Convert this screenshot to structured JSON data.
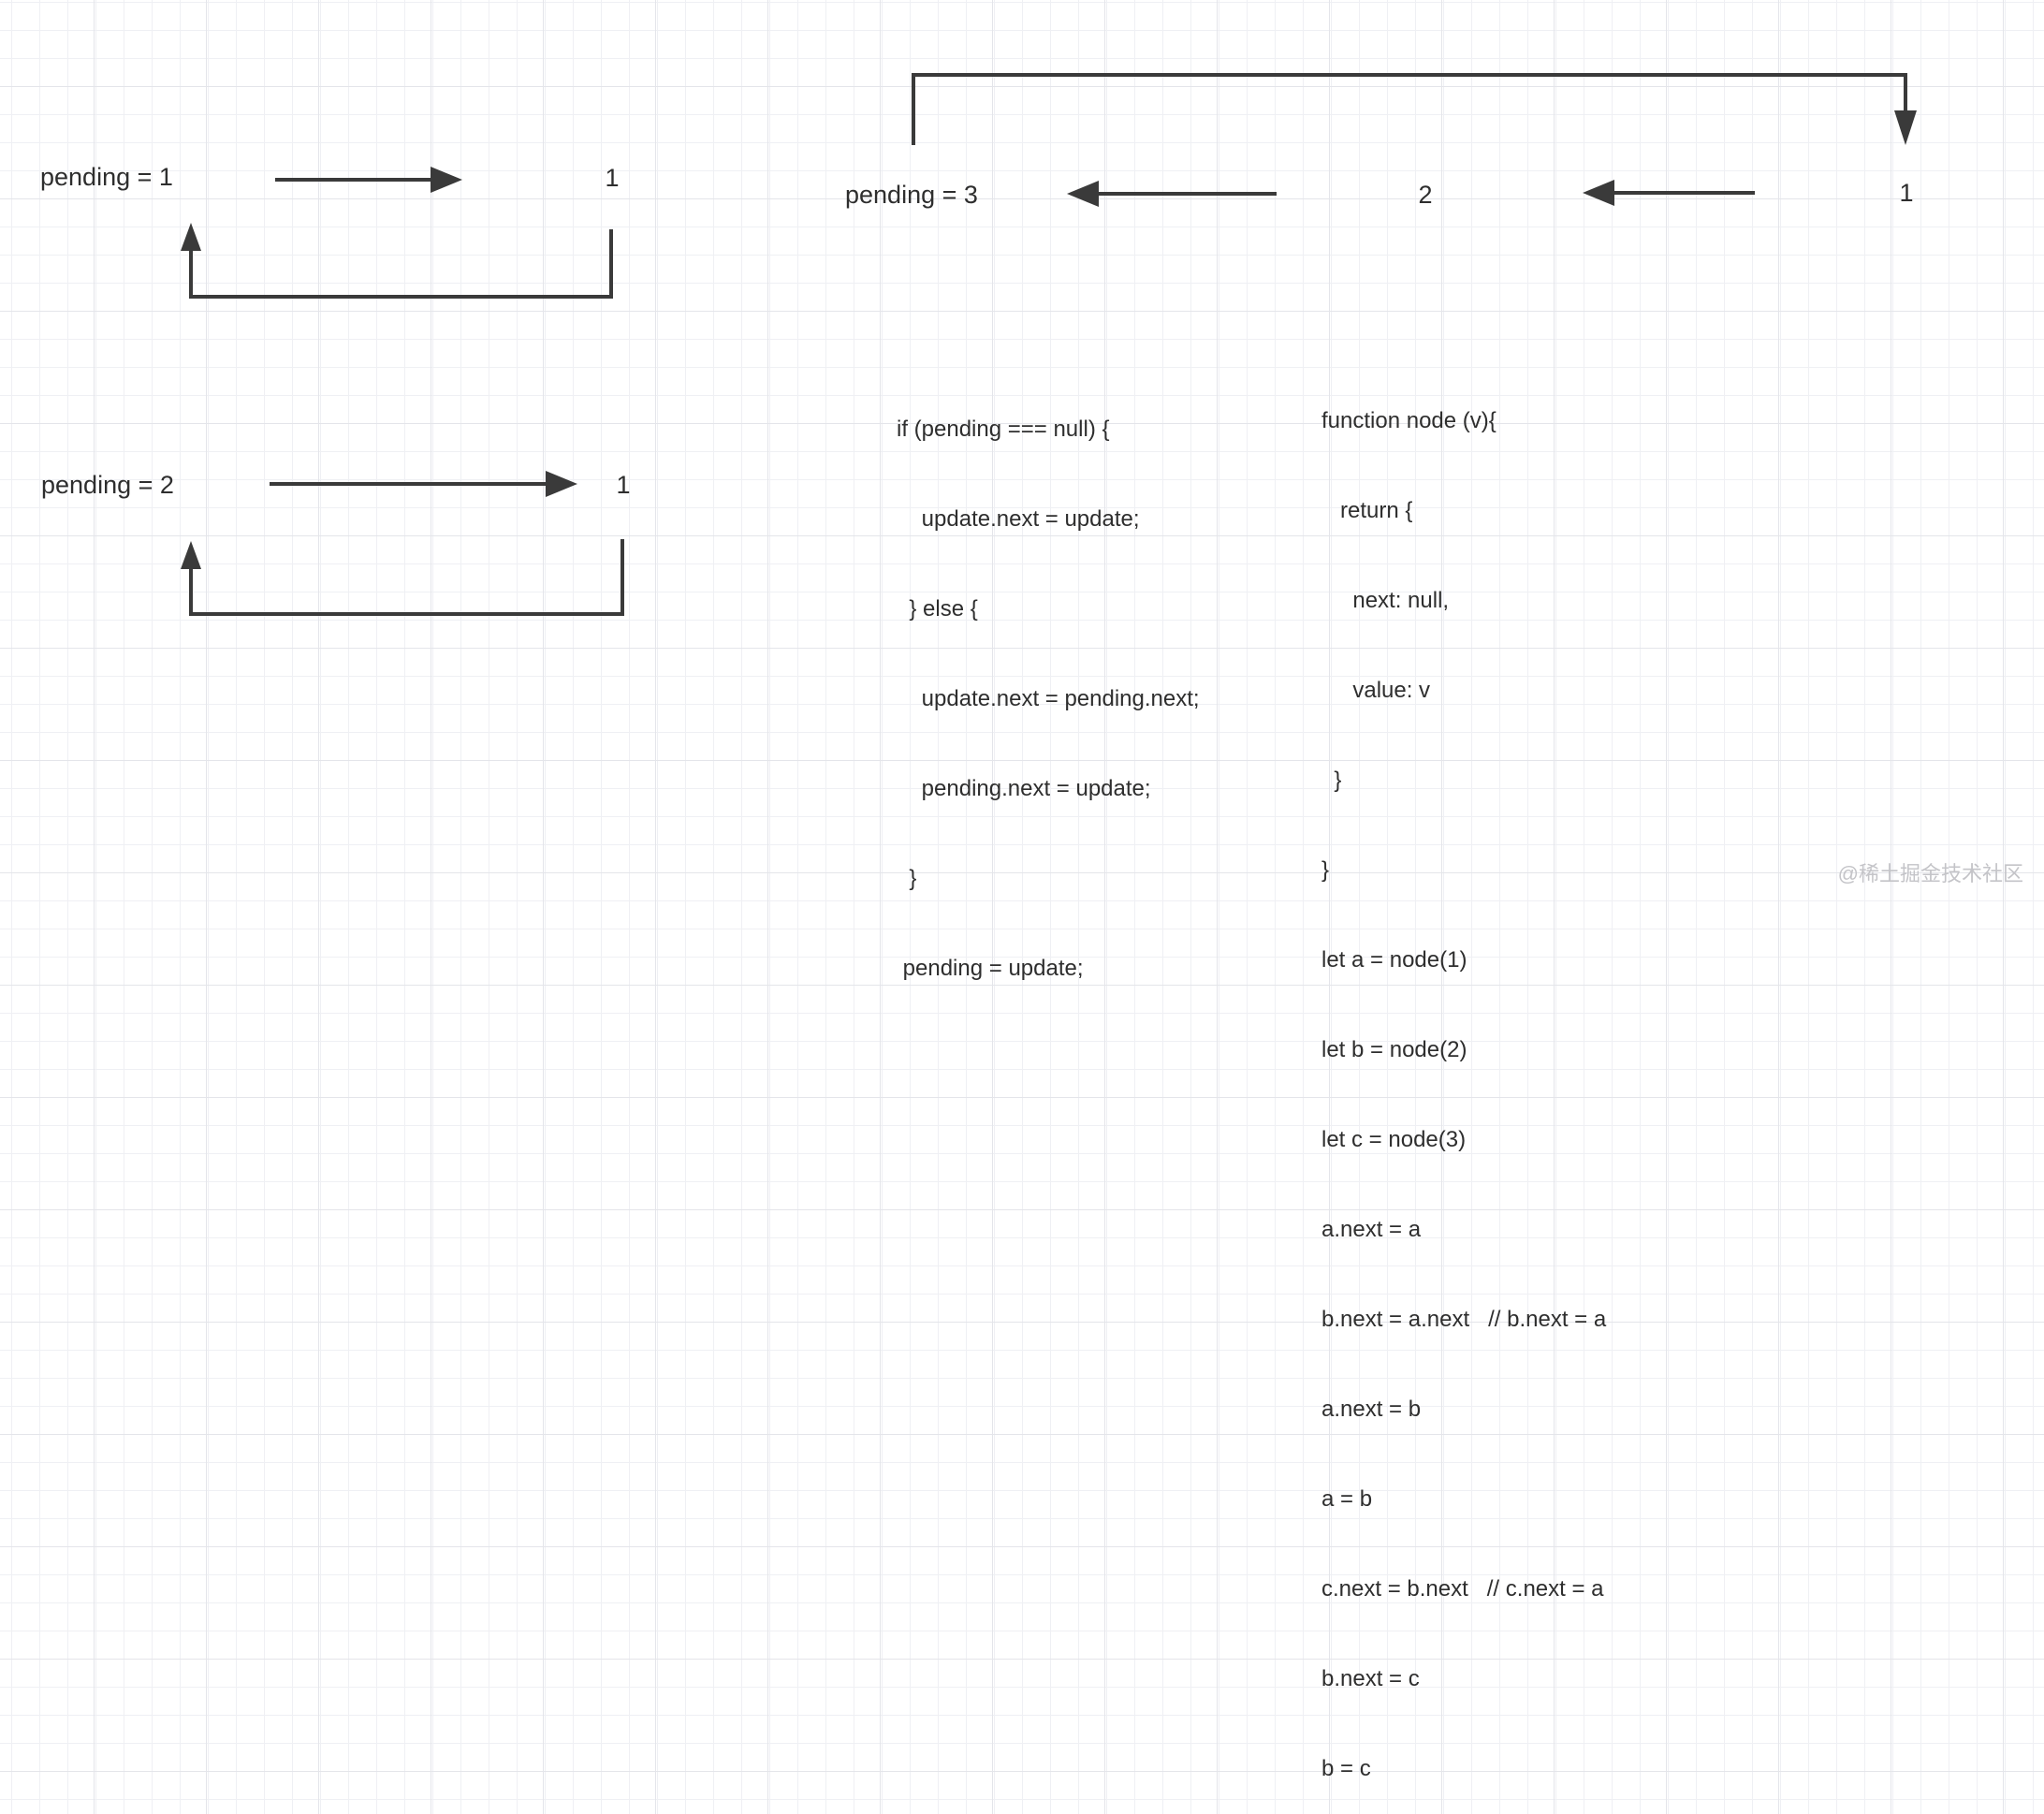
{
  "colors": {
    "arrow": "#3a3a3a",
    "text": "#2e2e2e",
    "watermark": "#c4c4c8",
    "grid_minor": "#eff0f4",
    "grid_major": "#e4e5ea",
    "background": "#ffffff"
  },
  "diagram1": {
    "label": "pending = 1",
    "node1": "1"
  },
  "diagram2": {
    "label": "pending = 2",
    "node1": "1"
  },
  "diagram3": {
    "label": "pending = 3",
    "node2": "2",
    "node1": "1"
  },
  "code_block_pending": {
    "lines": [
      "if (pending === null) {",
      "    update.next = update;",
      "  } else {",
      "    update.next = pending.next;",
      "    pending.next = update;",
      "  }",
      " pending = update;"
    ]
  },
  "code_block_node": {
    "lines": [
      "function node (v){",
      "   return {",
      "     next: null,",
      "     value: v",
      "  }",
      "}",
      "let a = node(1)",
      "let b = node(2)",
      "let c = node(3)",
      "a.next = a",
      "b.next = a.next   // b.next = a",
      "a.next = b",
      "a = b",
      "c.next = b.next   // c.next = a",
      "b.next = c",
      "b = c"
    ]
  },
  "watermark": "@稀土掘金技术社区"
}
